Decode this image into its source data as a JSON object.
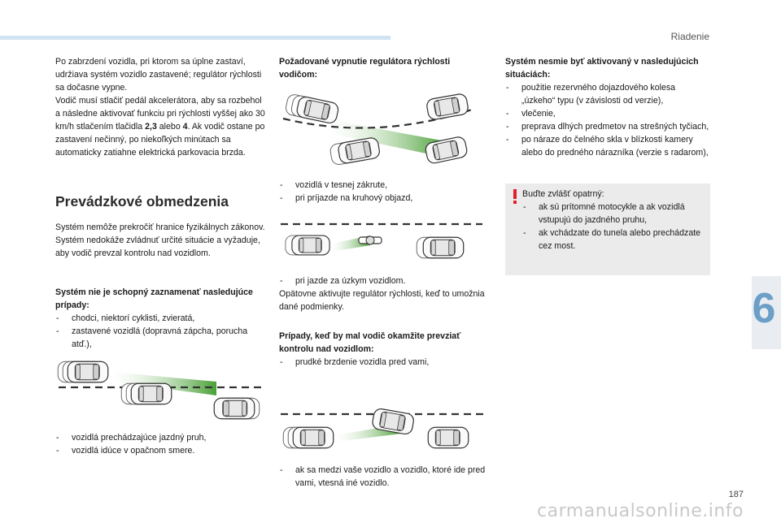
{
  "header": {
    "section": "Riadenie"
  },
  "chapter": {
    "number": "6"
  },
  "footer": {
    "page_number": "187",
    "watermark": "carmanualsonline.info"
  },
  "col1": {
    "intro": "Po zabrzdení vozidla, pri ktorom sa úplne zastaví, udržiava systém vozidlo zastavené; regulátor rýchlosti sa dočasne vypne.",
    "intro2_a": "Vodič musí stlačiť pedál akcelerátora, aby sa rozbehol a následne aktivovať funkciu pri rýchlosti vyššej ako 30 km/h stlačením tlačidla ",
    "intro2_b1": "2,3",
    "intro2_or": " alebo ",
    "intro2_b2": "4",
    "intro2_c": ". Ak vodič ostane po zastavení nečinný, po niekoľkých minútach sa automaticky zatiahne elektrická parkovacia brzda.",
    "heading": "Prevádzkové obmedzenia",
    "limits1": "Systém nemôže prekročiť hranice fyzikálnych zákonov.",
    "limits2": "Systém nedokáže zvládnuť určité situácie a vyžaduje, aby vodič prevzal kontrolu nad vozidlom.",
    "cannot_heading": "Systém nie je schopný zaznamenať nasledujúce prípady:",
    "cannot_items": [
      "chodci, niektorí cyklisti, zvieratá,",
      "zastavené vozidlá (dopravná zápcha, porucha atď.),"
    ],
    "after_fig_items": [
      "vozidlá prechádzajúce jazdný pruh,",
      "vozidlá idúce v opačnom smere."
    ]
  },
  "col2": {
    "heading": "Požadované vypnutie regulátora rýchlosti vodičom:",
    "items1": [
      "vozidlá v tesnej zákrute,",
      "pri príjazde na kruhový objazd,"
    ],
    "items2": [
      "pri jazde za úzkym vozidlom."
    ],
    "reactivate": "Opätovne aktivujte regulátor rýchlosti, keď to umožnia dané podmienky.",
    "takeover_heading": "Prípady, keď by mal vodič okamžite prevziať kontrolu nad vozidlom:",
    "takeover_items": [
      "prudké brzdenie vozidla pred vami,"
    ],
    "last_items": [
      "ak sa medzi vaše vozidlo a vozidlo, ktoré ide pred vami, vtesná iné vozidlo."
    ]
  },
  "col3": {
    "heading": "Systém nesmie byť aktivovaný v nasledujúcich situáciách:",
    "items": [
      "použitie rezervného dojazdového kolesa „úzkeho“ typu (v závislosti od verzie),",
      "vlečenie,",
      "preprava dlhých predmetov na strešných tyčiach,",
      "po náraze do čelného skla v blízkosti kamery alebo do predného nárazníka (verzie s radarom),"
    ],
    "warning_title": "Buďte zvlášť opatrný:",
    "warning_items": [
      "ak sú prítomné motocykle a ak vozidlá vstupujú do jazdného pruhu,",
      "ak vchádzate do tunela alebo prechádzate cez most."
    ]
  },
  "colors": {
    "accent": "#6b9fc7",
    "beam": "#3f9a2a",
    "warning": "#e0202a",
    "box": "#ebebeb"
  }
}
